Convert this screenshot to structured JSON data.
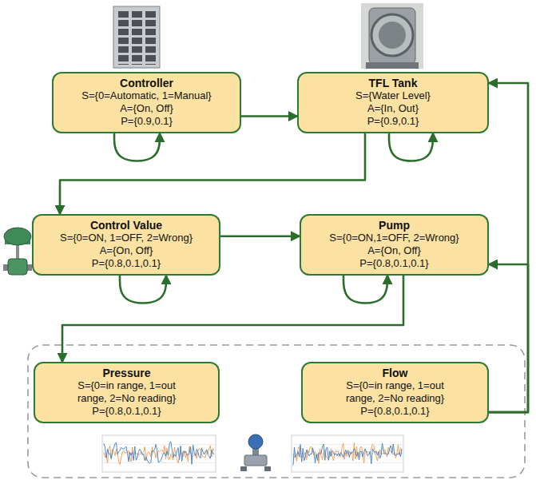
{
  "diagram": {
    "nodes": [
      {
        "text": [
          "Controller",
          "S={0=Automatic, 1=Manual}",
          "A={On, Off}",
          "P={0.9,0.1}"
        ]
      },
      {
        "text": [
          "TFL Tank",
          "S={Water Level}",
          "A={In, Out}",
          "P={0.9,0.1}"
        ]
      },
      {
        "text": [
          "Control Value",
          "S={0=ON, 1=OFF, 2=Wrong}",
          "A={On, Off}",
          "P={0.8,0.1,0.1}"
        ]
      },
      {
        "text": [
          "Pump",
          "S={0=ON,1=OFF, 2=Wrong}",
          "A={On, Off}",
          "P={0.8,0.1,0.1}"
        ]
      },
      {
        "text": [
          "Pressure",
          "S={0=in range, 1=out range, 2=No reading}",
          "P={0.8,0.1,0.1}"
        ]
      },
      {
        "text": [
          "Flow",
          "S={0=in range, 1=out range, 2=No reading}",
          "P={0.8,0.1,0.1}"
        ]
      }
    ],
    "edges": [
      {
        "from": 0,
        "to": 1,
        "arrow": "to"
      },
      {
        "from": 0,
        "to": 0,
        "arrow": "to"
      },
      {
        "from": 1,
        "to": 1,
        "arrow": "to"
      },
      {
        "from": 1,
        "to": 2,
        "arrow": "to"
      },
      {
        "from": 2,
        "to": 2,
        "arrow": "to"
      },
      {
        "from": 2,
        "to": 3,
        "arrow": "to"
      },
      {
        "from": 3,
        "to": 3,
        "arrow": "to"
      },
      {
        "from": 3,
        "to": 4,
        "arrow": "to"
      },
      {
        "from": 5,
        "to": 1,
        "arrow": "to"
      },
      {
        "from": 5,
        "to": 3,
        "arrow": "to"
      }
    ]
  }
}
